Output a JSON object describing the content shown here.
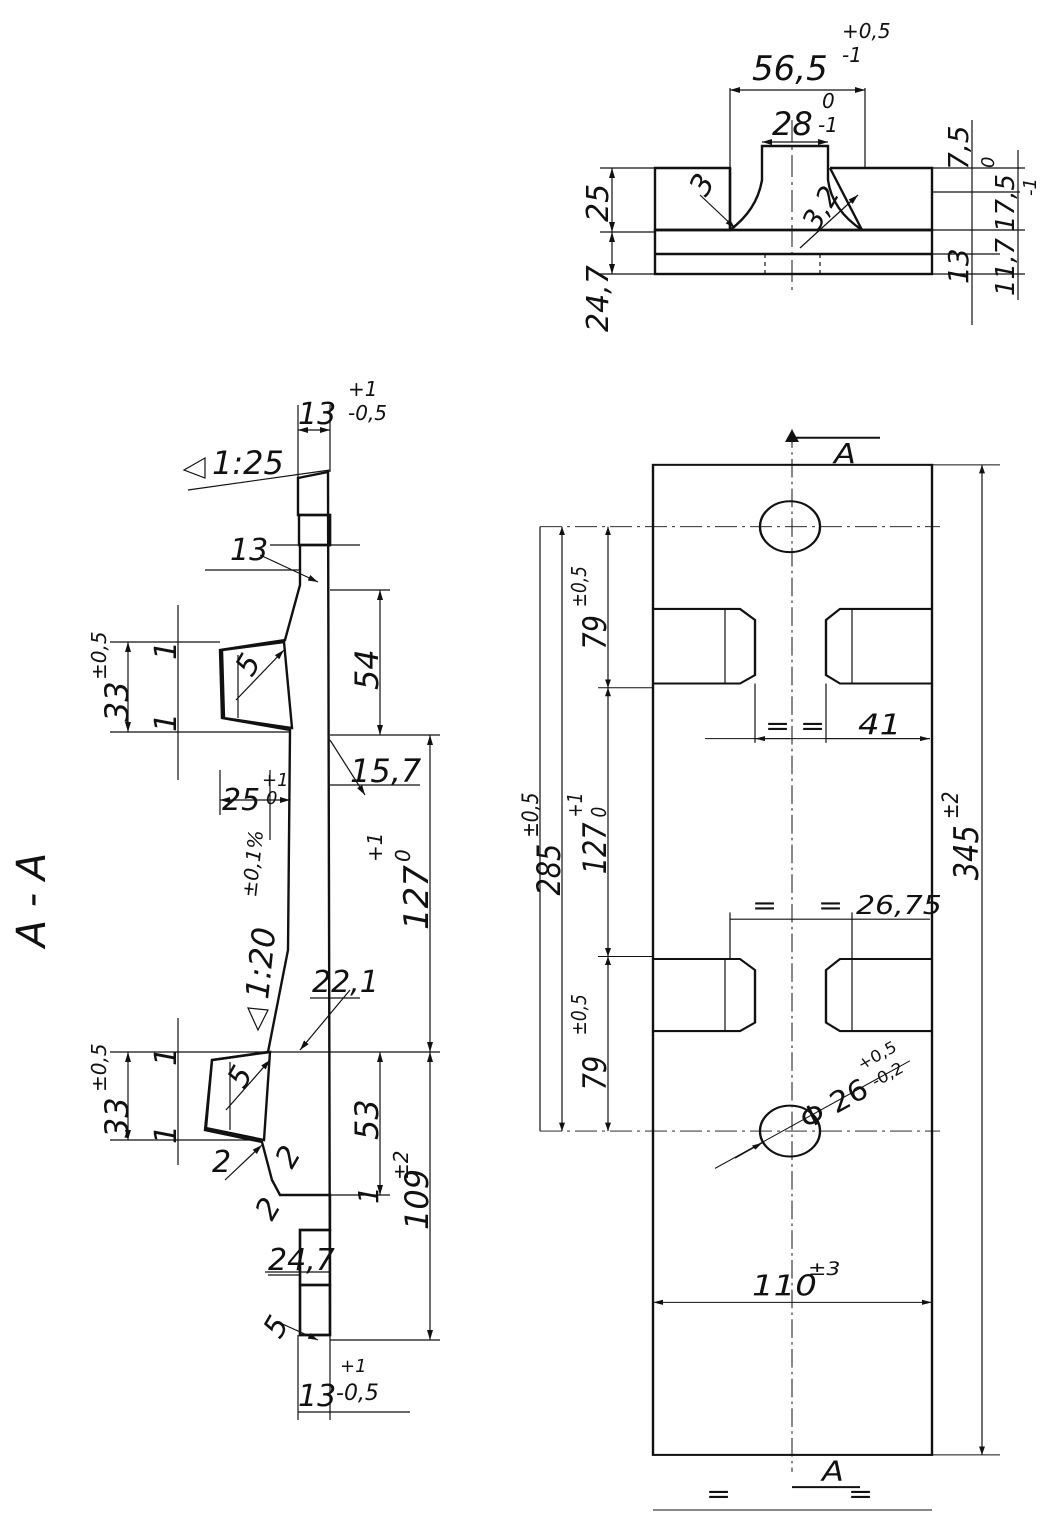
{
  "section_title": "A - A",
  "top_view": {
    "dims": {
      "width_56_5": "56,5",
      "tol_56_5_upper": "+0,5",
      "tol_56_5_lower": "-1",
      "slot_28": "28",
      "tol_28_upper": "0",
      "tol_28_lower": "-1",
      "radius_3": "3",
      "radius_3_2": "3,2",
      "height_25": "25",
      "height_24_7": "24,7",
      "dim_7_5": "7,5",
      "dim_17_5": "17,5",
      "tol_17_5_upper": "0",
      "tol_17_5_lower": "-1",
      "dim_13": "13",
      "dim_11_7": "11,7"
    }
  },
  "section_view": {
    "dims": {
      "top_13": "13",
      "top_13_tol_upper": "+1",
      "top_13_tol_lower": "-0,5",
      "slope_1_25": "1:25",
      "dim_13_mid": "13",
      "dim_33_upper": "33",
      "dim_33_upper_tol": "±0,5",
      "dim_33_lower": "33",
      "dim_33_lower_tol": "±0,5",
      "dim_54": "54",
      "dim_5_upper": "5",
      "dim_5_lower": "5",
      "dim_25": "25",
      "dim_25_tol_upper": "+1",
      "dim_25_tol_lower": "0",
      "dim_15_7": "15,7",
      "slope_1_20": "1:20",
      "slope_1_20_tol": "±0,1%",
      "dim_127": "127",
      "dim_127_tol_upper": "+1",
      "dim_127_tol_lower": "0",
      "dim_22_1": "22,1",
      "dim_1_a": "1",
      "dim_1_b": "1",
      "dim_1_c": "1",
      "dim_1_d": "1",
      "dim_1_e": "1",
      "dim_53": "53",
      "dim_109": "109",
      "dim_109_tol": "±2",
      "dim_2_a": "2",
      "dim_2_b": "2",
      "dim_2_c": "2",
      "dim_24_7": "24,7",
      "dim_5_bottom": "5",
      "bottom_13": "13",
      "bottom_13_tol_upper": "+1",
      "bottom_13_tol_lower": "-0,5"
    }
  },
  "plan_view": {
    "section_marker": "A",
    "dims": {
      "dim_79_upper": "79",
      "dim_79_upper_tol": "±0,5",
      "dim_285": "285",
      "dim_285_tol": "±0,5",
      "dim_127": "127",
      "dim_127_tol_upper": "+1",
      "dim_127_tol_lower": "0",
      "dim_79_lower": "79",
      "dim_79_lower_tol": "±0,5",
      "dim_41": "41",
      "equal_mark": "=",
      "dim_26_75": "26,75",
      "dim_345": "345",
      "dim_345_tol": "±2",
      "hole_diameter": "Φ 26",
      "hole_tol_upper": "+0,5",
      "hole_tol_lower": "-0,2",
      "dim_110": "110",
      "dim_110_tol": "±3"
    }
  }
}
